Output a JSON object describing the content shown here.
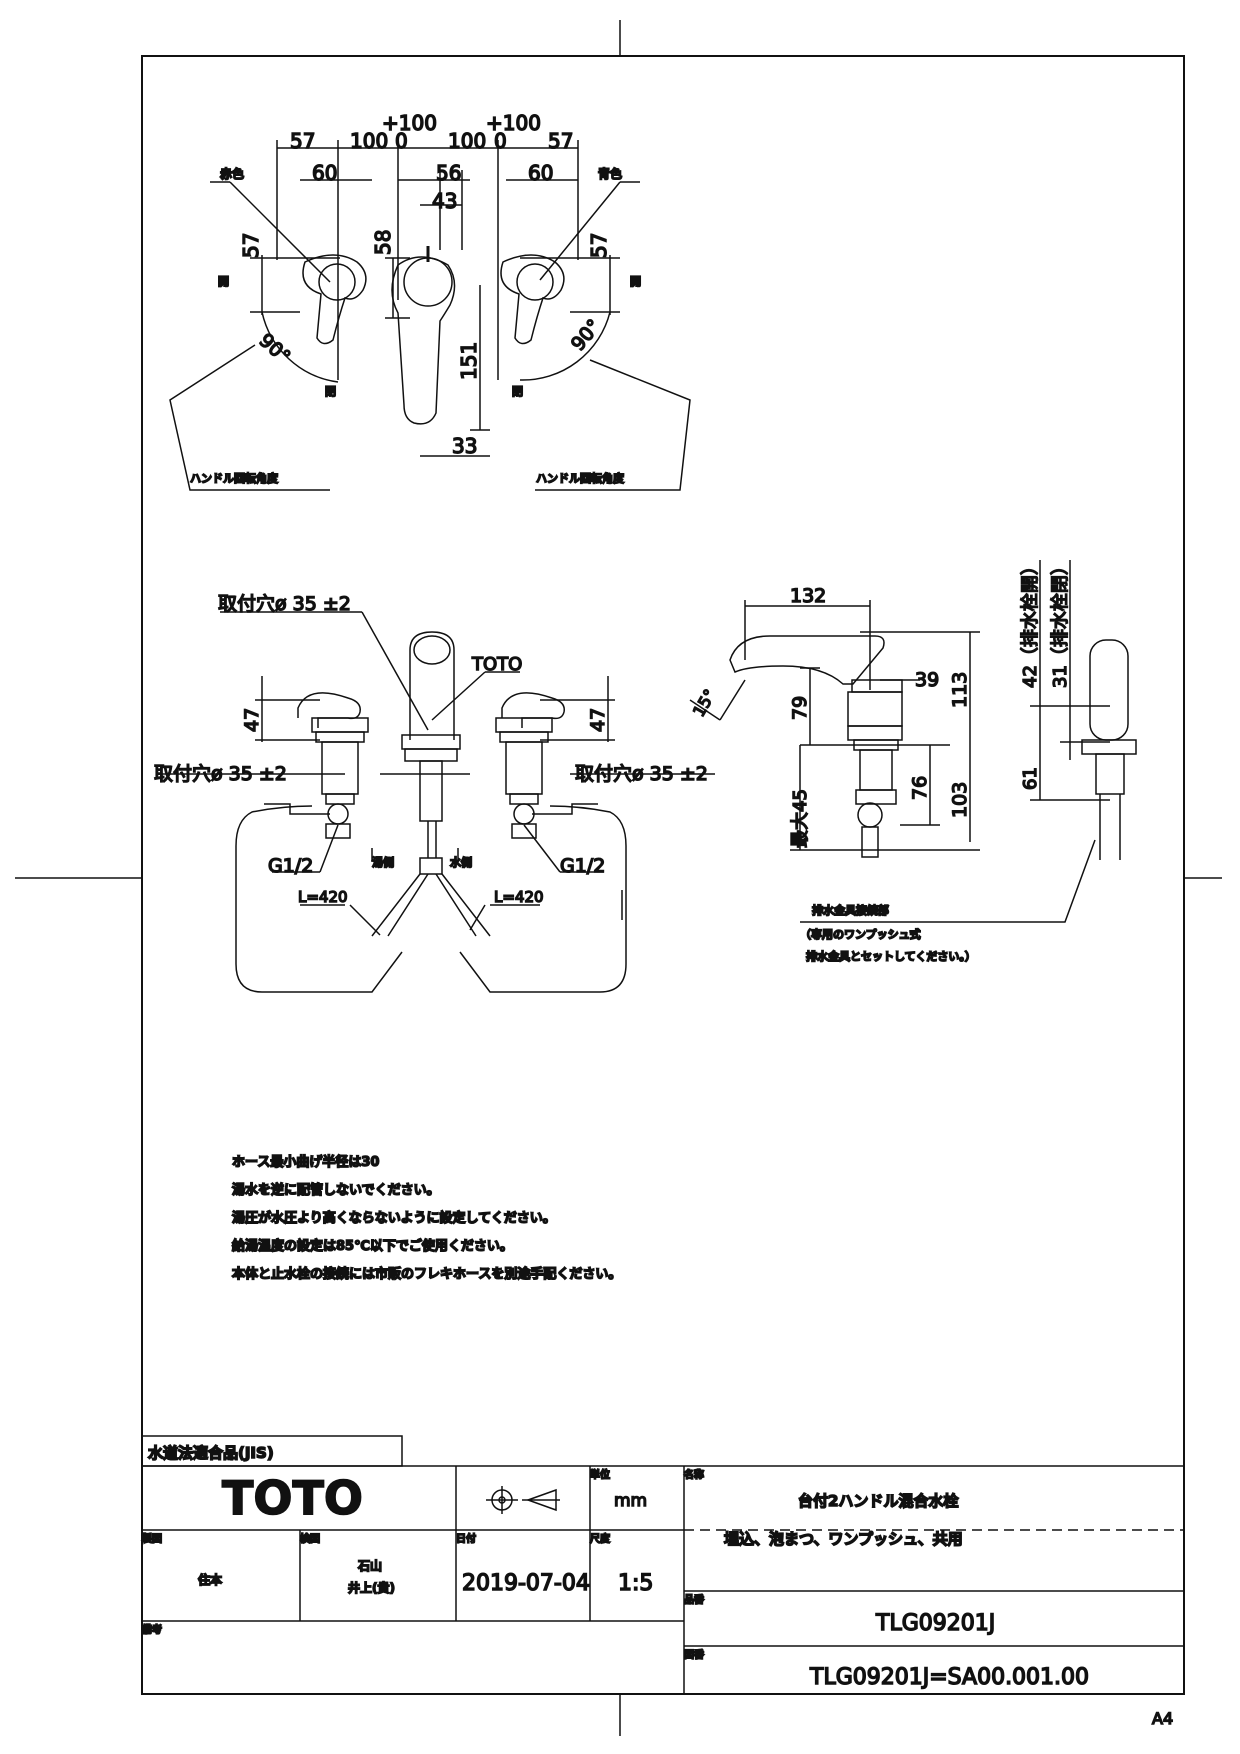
{
  "top_view": {
    "dims": {
      "d57_left": "57",
      "d100_left": "100",
      "d0_left": "0",
      "plus100_left": "+100",
      "d100_right": "100",
      "d0_right": "0",
      "plus100_right": "+100",
      "d57_right": "57",
      "d60_left": "60",
      "d56": "56",
      "d60_right": "60",
      "d43": "43",
      "d57_vleft": "57",
      "d58": "58",
      "d57_vright": "57",
      "d151": "151",
      "d33": "33",
      "angle_left": "90°",
      "angle_right": "90°"
    },
    "labels": {
      "red": "赤色",
      "blue": "青色",
      "open_l": "開",
      "close_l": "閉",
      "open_r": "開",
      "close_r": "閉",
      "handle_angle_left": "ハンドル回転角度",
      "handle_angle_right": "ハンドル回転角度"
    }
  },
  "front_view": {
    "mount_hole_top": "取付穴ø 35 ±2",
    "mount_hole_left": "取付穴ø 35 ±2",
    "mount_hole_right": "取付穴ø 35 ±2",
    "brand_mark": "TOTO",
    "d47_left": "47",
    "d47_right": "47",
    "g12_left": "G1/2",
    "g12_right": "G1/2",
    "hot_side": "湯側",
    "cold_side": "水側",
    "hose_left": "L=420",
    "hose_right": "L=420"
  },
  "side_view": {
    "d132": "132",
    "d39": "39",
    "d79": "79",
    "d113": "113",
    "d76": "76",
    "d103": "103",
    "max45": "最大45",
    "deg15": "15°",
    "d42": "42（排水栓開）",
    "d31": "31（排水栓閉）",
    "d61": "61",
    "drain_label": "排水金具接続部",
    "drain_note1": "（専用のワンプッシュ式",
    "drain_note2": "排水金具とセットしてください。）"
  },
  "notes": [
    "ホース最小曲げ半径は30",
    "湯水を逆に配管しないでください。",
    "湯圧が水圧より高くならないように設定してください。",
    "給湯温度の設定は85℃以下でご使用ください。",
    "本体と止水栓の接続には市販のフレキホースを別途手配ください。"
  ],
  "title_block": {
    "compliance": "水道法適合品(JIS)",
    "logo": "TOTO",
    "unit_label": "単位",
    "unit_value": "mm",
    "name_label": "名称",
    "product_name": "台付2ハンドル混合水栓",
    "product_sub": "埋込、泡まつ、ワンプッシュ、共用",
    "designer_label": "製図",
    "designer_value": "住本",
    "checker_label": "検図",
    "checker_value1": "石山",
    "checker_value2": "井上(貴)",
    "date_label": "日付",
    "date_value": "2019-07-04",
    "scale_label": "尺度",
    "scale_value": "1:5",
    "part_label": "品番",
    "part_value": "TLG09201J",
    "remarks_label": "備考",
    "drawing_label": "図番",
    "drawing_value": "TLG09201J=SA00.001.00",
    "paper_size": "A4"
  }
}
